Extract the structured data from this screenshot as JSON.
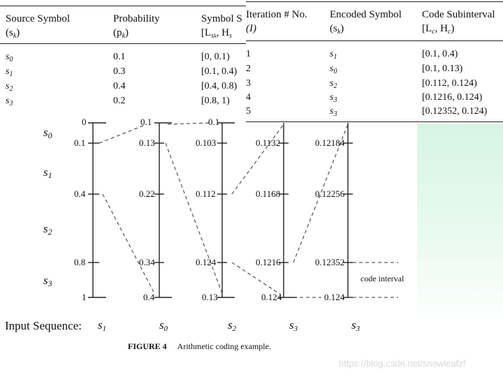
{
  "left_table": {
    "headers": [
      {
        "line1": "Source Symbol",
        "line2": "(s",
        "line2_sub": "k",
        "line2_end": ")"
      },
      {
        "line1": "Probability",
        "line2": "(p",
        "line2_sub": "k",
        "line2_end": ")"
      },
      {
        "line1": "Symbol S",
        "line2": "[L",
        "line2_sub": "s",
        "line2_subsub": "k",
        "line2_end": ", H",
        "line2_tail": "s"
      }
    ],
    "rows": [
      {
        "sym": "s",
        "sub": "0",
        "prob": "0.1",
        "range": "[0, 0.1)"
      },
      {
        "sym": "s",
        "sub": "1",
        "prob": "0.3",
        "range": "[0.1, 0.4)"
      },
      {
        "sym": "s",
        "sub": "2",
        "prob": "0.4",
        "range": "[0.4, 0.8)"
      },
      {
        "sym": "s",
        "sub": "3",
        "prob": "0.2",
        "range": "[0.8, 1)"
      }
    ]
  },
  "right_table": {
    "headers": [
      {
        "line1": "Iteration # No.",
        "line2": "(I)"
      },
      {
        "line1": "Encoded Symbol",
        "line2": "(s",
        "line2_sub": "k",
        "line2_end": ")"
      },
      {
        "line1": "Code Subinterval",
        "line2": "[L",
        "line2_sub": "c",
        "line2_mid": ", H",
        "line2_sub2": "c",
        "line2_end": ")"
      }
    ],
    "rows": [
      {
        "iter": "1",
        "sym": "s",
        "sub": "1",
        "range": "[0.1, 0.4)"
      },
      {
        "iter": "2",
        "sym": "s",
        "sub": "0",
        "range": "[0.1, 0.13)"
      },
      {
        "iter": "3",
        "sym": "s",
        "sub": "2",
        "range": "[0.112, 0.124)"
      },
      {
        "iter": "4",
        "sym": "s",
        "sub": "3",
        "range": "[0.1216, 0.124)"
      },
      {
        "iter": "5",
        "sym": "s",
        "sub": "3",
        "range": "[0.12352, 0.124)"
      }
    ]
  },
  "diagram": {
    "symbol_labels": [
      {
        "s": "s",
        "sub": "0"
      },
      {
        "s": "s",
        "sub": "1"
      },
      {
        "s": "s",
        "sub": "2"
      },
      {
        "s": "s",
        "sub": "3"
      }
    ],
    "scales": [
      {
        "ticks": [
          "0",
          "0.1",
          "0.4",
          "0.8",
          "1"
        ]
      },
      {
        "ticks": [
          "0.1",
          "0.13",
          "0.22",
          "0.34",
          "0.4"
        ]
      },
      {
        "ticks": [
          "0.1",
          "0.103",
          "0.112",
          "0.124",
          "0.13"
        ]
      },
      {
        "ticks": [
          "0.1132",
          "0.1168",
          "0.1216",
          "0.124"
        ]
      },
      {
        "ticks": [
          "0.12184",
          "0.12256",
          "0.12352",
          "0.124"
        ]
      }
    ],
    "code_interval_label": "code interval",
    "input_sequence_label": "Input Sequence:",
    "input_sequence": [
      {
        "s": "s",
        "sub": "1"
      },
      {
        "s": "s",
        "sub": "0"
      },
      {
        "s": "s",
        "sub": "2"
      },
      {
        "s": "s",
        "sub": "3"
      },
      {
        "s": "s",
        "sub": "3"
      }
    ]
  },
  "caption": {
    "label": "FIGURE 4",
    "text": "Arithmetic coding example."
  },
  "watermark": "https://blog.csdn.net/snowleafzf"
}
